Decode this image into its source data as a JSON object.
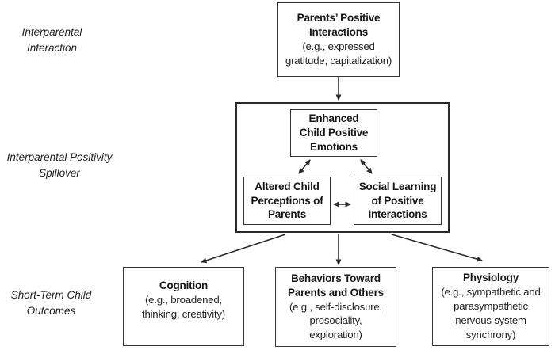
{
  "figure": {
    "type": "conceptual-model-diagram",
    "background": "#ffffff"
  },
  "row_labels": [
    {
      "text": "Interparental\nInteraction"
    },
    {
      "text": "Interparental Positivity\nSpillover"
    },
    {
      "text": "Short-Term Child\nOutcomes"
    }
  ],
  "boxes": {
    "parents": {
      "title": "Parents’ Positive\nInteractions",
      "subtitle": "(e.g., expressed\ngratitude, capitalization)"
    },
    "enhanced": {
      "title": "Enhanced\nChild Positive\nEmotions"
    },
    "altered": {
      "title": "Altered Child\nPerceptions of\nParents"
    },
    "social": {
      "title": "Social Learning\nof Positive\nInteractions"
    },
    "cognition": {
      "title": "Cognition",
      "subtitle": "(e.g., broadened,\nthinking, creativity)"
    },
    "behaviors": {
      "title": "Behaviors Toward\nParents and Others",
      "subtitle": "(e.g., self-disclosure,\nprosociality,\nexploration)"
    },
    "physiology": {
      "title": "Physiology",
      "subtitle": "(e.g., sympathetic and\nparasympathetic\nnervous system\nsynchrony)"
    }
  },
  "colors": {
    "line": "#2a2a2a",
    "text": "#161616",
    "background": "#ffffff"
  }
}
